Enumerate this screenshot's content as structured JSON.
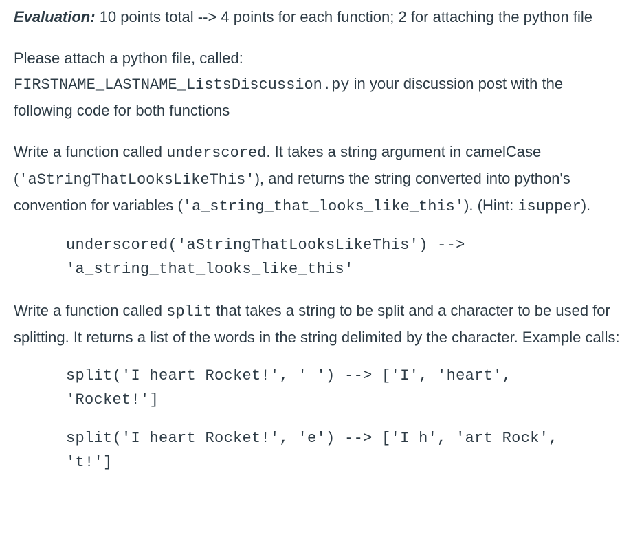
{
  "evaluation": {
    "label": "Evaluation:",
    "text": " 10 points total --> 4 points for each function; 2 for attaching the python file"
  },
  "attach": {
    "line1": "Please attach a python file, called:",
    "filename": "FIRSTNAME_LASTNAME_ListsDiscussion.py",
    "line2": " in your discussion post with the following code for both functions"
  },
  "underscored": {
    "t1": "Write a function called ",
    "fn_name": "underscored",
    "t2": ". It takes a string argument in camelCase (",
    "camel_example": "'aStringThatLooksLikeThis'",
    "t3": "), and returns the string converted into python's convention for variables (",
    "snake_example": "'a_string_that_looks_like_this'",
    "t4": "). (Hint: ",
    "hint": "isupper",
    "t5": ").",
    "example_line1": "underscored('aStringThatLooksLikeThis') -->",
    "example_line2": "'a_string_that_looks_like_this'"
  },
  "split": {
    "t1": "Write a function called ",
    "fn_name": "split",
    "t2": " that takes a string to be split and a character to be used for splitting. It returns a list of the words in the string delimited by the character. Example calls:",
    "example1_line1": "split('I heart Rocket!', ' ') --> ['I', 'heart',",
    "example1_line2": "'Rocket!']",
    "example2_line1": "split('I heart Rocket!', 'e') --> ['I h', 'art Rock',",
    "example2_line2": "'t!']"
  }
}
